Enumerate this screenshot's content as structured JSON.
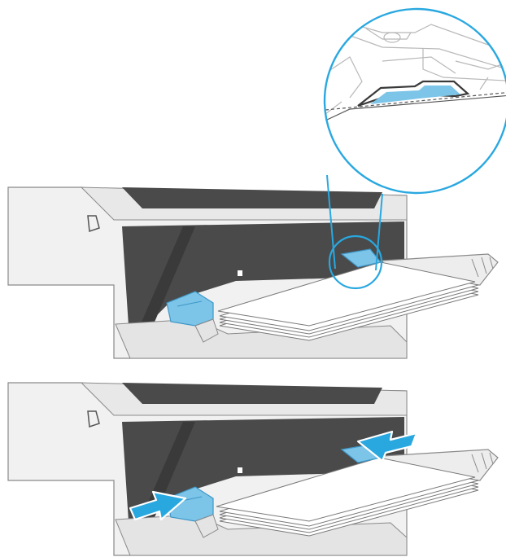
{
  "figure": {
    "kind": "printer-tray-loading-illustration",
    "panels": [
      {
        "id": "top",
        "content": "paper-loaded-in-tray-1-with-zoom-callout",
        "callout": "paper-under-tab-detail"
      },
      {
        "id": "bottom",
        "content": "adjust-side-guides",
        "arrows": [
          "guide-right-push-left",
          "guide-left-push-right"
        ]
      }
    ]
  },
  "colors": {
    "accent_blue": "#29a8e0",
    "guide_blue": "#7cc4e8",
    "guide_blue_dark": "#3d98c8",
    "printer_dark": "#4a4a4a",
    "printer_shell": "#f1f1f1",
    "outline": "#6e6e6e",
    "paper": "#ffffff",
    "tray": "#e4e4e4"
  }
}
